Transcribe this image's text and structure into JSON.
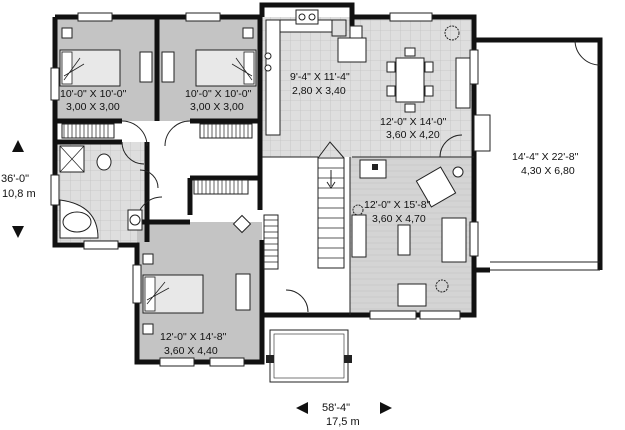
{
  "rooms": [
    {
      "id": "bedroom-2",
      "dim_imperial": "10'-0\" X 10'-0\"",
      "dim_metric": "3,00 X 3,00"
    },
    {
      "id": "bedroom-3",
      "dim_imperial": "10'-0\" X 10'-0\"",
      "dim_metric": "3,00 X 3,00"
    },
    {
      "id": "kitchen",
      "dim_imperial": "9'-4\" X 11'-4\"",
      "dim_metric": "2,80 X 3,40"
    },
    {
      "id": "dining",
      "dim_imperial": "12'-0\" X 14'-0\"",
      "dim_metric": "3,60 X 4,20"
    },
    {
      "id": "living",
      "dim_imperial": "12'-0\" X 15'-8\"",
      "dim_metric": "3,60 X 4,70"
    },
    {
      "id": "master",
      "dim_imperial": "12'-0\" X 14'-8\"",
      "dim_metric": "3,60 X 4,40"
    },
    {
      "id": "garage",
      "dim_imperial": "14'-4\" X 22'-8\"",
      "dim_metric": "4,30 X 6,80"
    }
  ],
  "overall": {
    "depth_imperial": "36'-0\"",
    "depth_metric": "10,8 m",
    "width_imperial": "58'-4\"",
    "width_metric": "17,5 m"
  },
  "colors": {
    "wall": "#111111",
    "bedroom_fill": "#c8c8c8",
    "tile_fill": "#dcdcdc",
    "living_fill": "#d6d6d6",
    "white": "#ffffff"
  }
}
